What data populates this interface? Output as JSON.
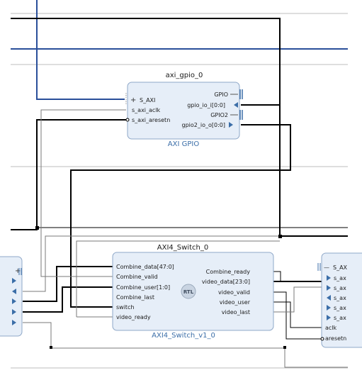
{
  "gpio": {
    "instance": "axi_gpio_0",
    "title": "AXI GPIO",
    "ports_left": [
      "S_AXI",
      "s_axi_aclk",
      "s_axi_aresetn"
    ],
    "ports_right": [
      "GPIO",
      "gpio_io_i[0:0]",
      "GPIO2",
      "gpio2_io_o[0:0]"
    ]
  },
  "switch": {
    "instance": "AXI4_Switch_0",
    "title": "AXI4_Switch_v1_0",
    "rtl_badge": "RTL",
    "ports_left": [
      "Combine_data[47:0]",
      "Combine_valid",
      "Combine_user[1:0]",
      "Combine_last",
      "switch",
      "video_ready"
    ],
    "ports_right": [
      "Combine_ready",
      "video_data[23:0]",
      "video_valid",
      "video_user",
      "video_last"
    ]
  },
  "right_block": {
    "ports": [
      "S_AX",
      "s_ax",
      "s_ax",
      "s_ax",
      "s_ax",
      "s_ax",
      "aclk",
      "aresetn"
    ]
  },
  "colors": {
    "block_fill": "#e6eef8",
    "block_border": "#8fa8c8",
    "bus_blue": "#2a4f9a",
    "wire": "#000000",
    "thin_wire": "#7a7a7a",
    "port_arrow": "#3b6ea8"
  }
}
